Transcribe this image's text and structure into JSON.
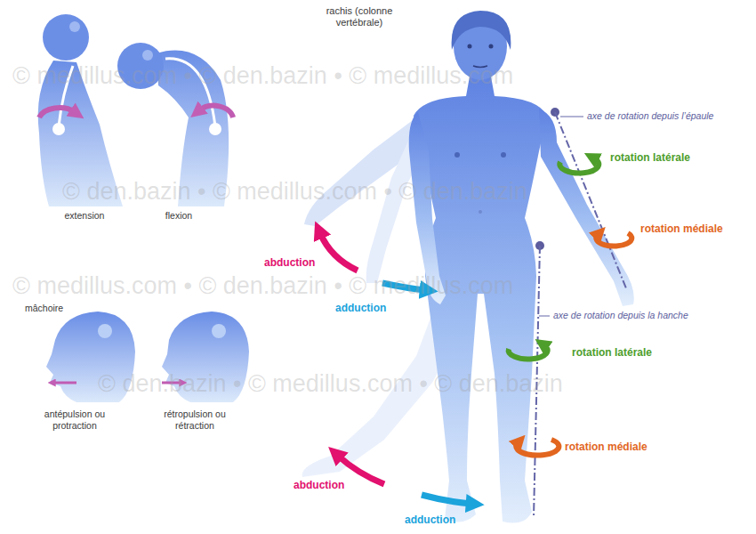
{
  "diagram": {
    "labels": [
      "rachis (colonne vertébrale)",
      "extension",
      "flexion",
      "mâchoire",
      "antépulsion ou protraction",
      "rétropulsion ou rétraction",
      "axe de rotation depuis l’épaule",
      "rotation latérale",
      "rotation médiale",
      "abduction",
      "adduction",
      "axe de rotation depuis la hanche",
      "rotation latérale",
      "rotation médiale",
      "abduction",
      "adduction",
      "© medillus.com • © den.bazin • © medillus.com",
      "© den.bazin • © medillus.com • © den.bazin",
      "© medillus.com • © den.bazin • © medillus.com",
      "© den.bazin • © medillus.com • © den.bazin"
    ]
  }
}
